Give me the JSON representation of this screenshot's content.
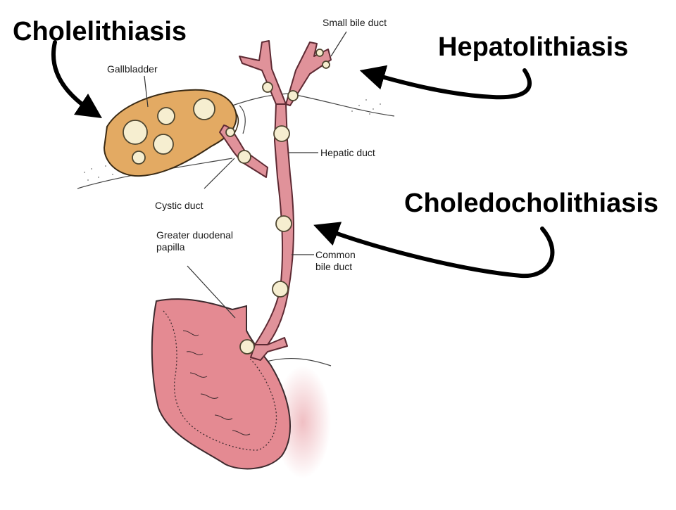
{
  "titles": {
    "cholelithiasis": "Cholelithiasis",
    "hepatolithiasis": "Hepatolithiasis",
    "choledocholithiasis": "Choledocholithiasis"
  },
  "labels": {
    "gallbladder": "Gallbladder",
    "small_bile_duct": "Small bile duct",
    "hepatic_duct": "Hepatic duct",
    "cystic_duct": "Cystic duct",
    "papilla_line1": "Greater duodenal",
    "papilla_line2": "papilla",
    "common_line1": "Common",
    "common_line2": "bile duct"
  },
  "colors": {
    "duct": "#e0929a",
    "duct_outline": "#8c3b4a",
    "gallbladder": "#e3aa63",
    "gallbladder_outline": "#8a5a20",
    "stone": "#f6eed0",
    "stone_outline": "#6b6240",
    "duodenum": "#e48a92"
  }
}
